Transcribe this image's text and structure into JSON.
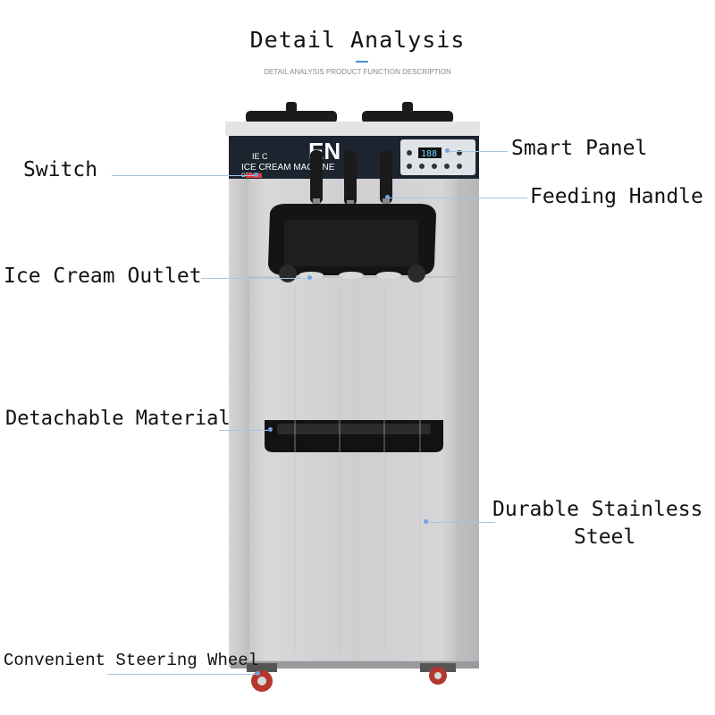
{
  "header": {
    "title": "Detail Analysis",
    "subtitle": "DETAIL ANALYSIS PRODUCT FUNCTION DESCRIPTION"
  },
  "machine": {
    "brand": "EN",
    "name_line1": "IE C",
    "name_line2": "ICE CREAM MACHINE",
    "switch_text": "OFF ON",
    "panel_display": "188"
  },
  "labels": {
    "switch": "Switch",
    "smart_panel": "Smart Panel",
    "feeding_handle": "Feeding Handle",
    "ice_cream_outlet": "Ice Cream Outlet",
    "detachable_material": "Detachable Material",
    "durable_steel_1": "Durable Stainless",
    "durable_steel_2": "Steel",
    "steering_wheel": "Convenient Steering Wheel"
  },
  "colors": {
    "accent_line": "#a8c4e4",
    "steel": "#c9c9cb",
    "panel_dark": "#1c2430",
    "wheel_red": "#c0392b"
  }
}
